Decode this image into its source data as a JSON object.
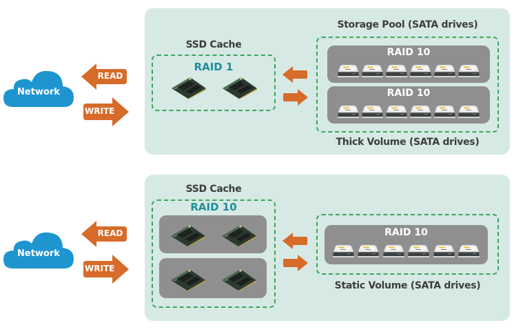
{
  "colors": {
    "panel_bg": "#d6e9e5",
    "cloud": "#1e95cf",
    "arrow": "#d76b2a",
    "dashed_border": "#3aa55a",
    "raid_teal": "#1f8e9a",
    "raid_group_bg": "#8f8f8f"
  },
  "icons": {
    "cloud": "network-cloud-icon",
    "ssd": "ssd-drive-icon",
    "hdd": "sata-hard-drive-icon",
    "read_arrow": "arrow-left-icon",
    "write_arrow": "arrow-right-icon"
  },
  "diagrams": [
    {
      "network_label": "Network",
      "read_label": "READ",
      "write_label": "WRITE",
      "ssd_cache": {
        "title": "SSD Cache",
        "raid_level": "RAID 1",
        "groups": [
          {
            "ssd_count": 2
          }
        ]
      },
      "storage": {
        "top_title": "Storage Pool (SATA drives)",
        "bottom_title": "Thick Volume (SATA drives)",
        "groups": [
          {
            "label": "RAID 10",
            "drive_count": 6
          },
          {
            "label": "RAID 10",
            "drive_count": 6
          }
        ]
      }
    },
    {
      "network_label": "Network",
      "read_label": "READ",
      "write_label": "WRITE",
      "ssd_cache": {
        "title": "SSD Cache",
        "raid_level": "RAID 10",
        "groups": [
          {
            "ssd_count": 2
          },
          {
            "ssd_count": 2
          }
        ]
      },
      "storage": {
        "top_title": "",
        "bottom_title": "Static Volume (SATA drives)",
        "groups": [
          {
            "label": "RAID 10",
            "drive_count": 6
          }
        ]
      }
    }
  ]
}
